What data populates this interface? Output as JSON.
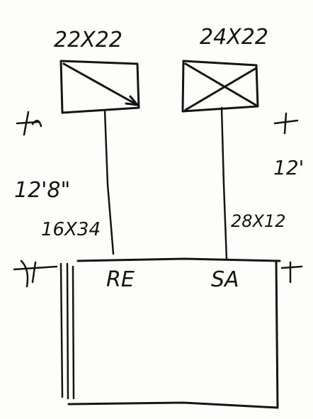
{
  "labels": {
    "left_unit_size": "22X22",
    "right_unit_size": "24X22",
    "left_elevation": "12'8\"",
    "right_elevation": "12'",
    "left_duct_size": "16X34",
    "right_duct_size": "28X12",
    "left_trunk_tag": "RE",
    "right_trunk_tag": "SA"
  }
}
